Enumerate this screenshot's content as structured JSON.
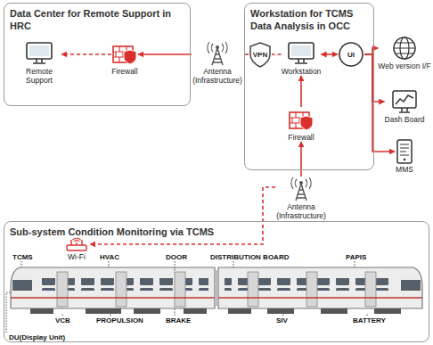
{
  "diagram": {
    "nodes": [
      {
        "text": [
          "Data Center for Remote Support in HRC"
        ]
      },
      {
        "text": [
          "Remote Support"
        ],
        "in": 0
      },
      {
        "text": [
          "Firewall"
        ],
        "in": 0
      },
      {
        "text": [
          "Antenna (Infrastructure)"
        ]
      },
      {
        "text": [
          "Workstation for TCMS Data Analysis in OCC"
        ]
      },
      {
        "text": [
          "VPN"
        ],
        "in": 4
      },
      {
        "text": [
          "Workstation"
        ],
        "in": 4
      },
      {
        "text": [
          "UI"
        ],
        "in": 4
      },
      {
        "text": [
          "Firewall"
        ],
        "in": 4
      },
      {
        "text": [
          "Web version I/F"
        ]
      },
      {
        "text": [
          "Dash Board"
        ]
      },
      {
        "text": [
          "MMS"
        ]
      },
      {
        "text": [
          "Antenna (Infrastructure)"
        ]
      },
      {
        "text": [
          "Sub-system Condition Monitoring via TCMS"
        ]
      },
      {
        "text": [
          "Wi-Fi"
        ],
        "in": 13
      }
    ],
    "edges": [
      {
        "from": 2,
        "to": 1,
        "arrow": "to"
      },
      {
        "from": 3,
        "to": 2,
        "arrow": "to"
      },
      {
        "from": 6,
        "to": 5,
        "arrow": "none"
      },
      {
        "from": 5,
        "to": 3,
        "arrow": "none"
      },
      {
        "from": 6,
        "to": 7,
        "arrow": "both"
      },
      {
        "from": 7,
        "to": 9,
        "arrow": "to"
      },
      {
        "from": 7,
        "to": 10,
        "arrow": "to"
      },
      {
        "from": 7,
        "to": 11,
        "arrow": "to"
      },
      {
        "from": 8,
        "to": 6,
        "arrow": "to"
      },
      {
        "from": 12,
        "to": 8,
        "arrow": "to"
      },
      {
        "from": 12,
        "to": 14,
        "arrow": "to"
      }
    ],
    "labels": [
      "TCMS",
      "HVAC",
      "DOOR",
      "DISTRIBUTION BOARD",
      "PAPIS",
      "DU(Display Unit)",
      "VCB",
      "PROPULSION",
      "BRAKE",
      "SIV",
      "BATTERY"
    ]
  }
}
